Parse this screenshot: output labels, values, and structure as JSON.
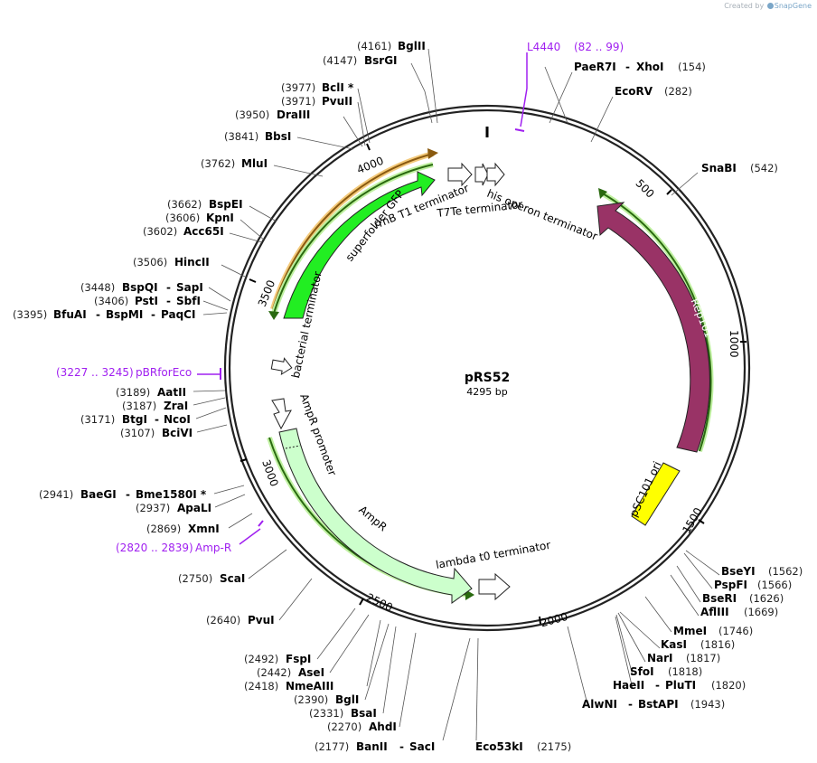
{
  "credit": {
    "prefix": "Created by",
    "brand": "SnapGene"
  },
  "plasmid": {
    "name": "pRS52",
    "size": "4295 bp"
  },
  "ticks": [
    "500",
    "1000",
    "1500",
    "2000",
    "2500",
    "3000",
    "3500",
    "4000"
  ],
  "features": {
    "superfolder_gfp": "superfolder GFP",
    "rrnb_t1": "rrnB T1 terminator",
    "t7te": "T7Te terminator",
    "his_operon": "his operon terminator",
    "rep101": "Rep101",
    "psc101_ori": "pSC101 ori",
    "bacterial_terminator": "bacterial terminator",
    "ampr_promoter": "AmpR promoter",
    "ampr": "AmpR",
    "lambda_t0": "lambda t0 terminator"
  },
  "primers": {
    "l4440": {
      "name": "L4440",
      "range": "(82 .. 99)"
    },
    "pbrforeco": {
      "name": "pBRforEco",
      "range": "(3227 .. 3245)"
    },
    "ampr": {
      "name": "Amp-R",
      "range": "(2820 .. 2839)"
    }
  },
  "sites": {
    "bglii": {
      "pos": "(4161)",
      "name": "BglII"
    },
    "bsrgi": {
      "pos": "(4147)",
      "name": "BsrGI"
    },
    "bcli": {
      "pos": "(3977)",
      "name": "BclI *"
    },
    "pvuii": {
      "pos": "(3971)",
      "name": "PvuII"
    },
    "draiii": {
      "pos": "(3950)",
      "name": "DraIII"
    },
    "bbsi": {
      "pos": "(3841)",
      "name": "BbsI"
    },
    "mlui": {
      "pos": "(3762)",
      "name": "MluI"
    },
    "bspei": {
      "pos": "(3662)",
      "name": "BspEI"
    },
    "kpni": {
      "pos": "(3606)",
      "name": "KpnI"
    },
    "acc65i": {
      "pos": "(3602)",
      "name": "Acc65I"
    },
    "hincii": {
      "pos": "(3506)",
      "name": "HincII"
    },
    "bspqi": {
      "pos": "(3448)",
      "name": "BspQI",
      "name2": "SapI"
    },
    "psti": {
      "pos": "(3406)",
      "name": "PstI",
      "name2": "SbfI"
    },
    "bfuai": {
      "pos": "(3395)",
      "name": "BfuAI",
      "name2": "BspMI",
      "name3": "PaqCI"
    },
    "aatii": {
      "pos": "(3189)",
      "name": "AatII"
    },
    "zrai": {
      "pos": "(3187)",
      "name": "ZraI"
    },
    "btgi": {
      "pos": "(3171)",
      "name": "BtgI",
      "name2": "NcoI"
    },
    "bcivi": {
      "pos": "(3107)",
      "name": "BciVI"
    },
    "baegi": {
      "pos": "(2941)",
      "name": "BaeGI",
      "name2": "Bme1580I *"
    },
    "apali": {
      "pos": "(2937)",
      "name": "ApaLI"
    },
    "xmni": {
      "pos": "(2869)",
      "name": "XmnI"
    },
    "scai": {
      "pos": "(2750)",
      "name": "ScaI"
    },
    "pvui": {
      "pos": "(2640)",
      "name": "PvuI"
    },
    "fspi": {
      "pos": "(2492)",
      "name": "FspI"
    },
    "asei": {
      "pos": "(2442)",
      "name": "AseI"
    },
    "nmeaiii": {
      "pos": "(2418)",
      "name": "NmeAIII"
    },
    "bgli": {
      "pos": "(2390)",
      "name": "BglI"
    },
    "bsai": {
      "pos": "(2331)",
      "name": "BsaI"
    },
    "ahdi": {
      "pos": "(2270)",
      "name": "AhdI"
    },
    "banii": {
      "pos": "(2177)",
      "name": "BanII",
      "name2": "SacI"
    },
    "eco53ki": {
      "pos": "(2175)",
      "name": "Eco53kI"
    },
    "paer7i": {
      "pos": "(154)",
      "name": "PaeR7I",
      "name2": "XhoI"
    },
    "ecorv": {
      "pos": "(282)",
      "name": "EcoRV"
    },
    "snabi": {
      "pos": "(542)",
      "name": "SnaBI"
    },
    "bseyi": {
      "pos": "(1562)",
      "name": "BseYI"
    },
    "pspfi": {
      "pos": "(1566)",
      "name": "PspFI"
    },
    "bseri": {
      "pos": "(1626)",
      "name": "BseRI"
    },
    "aflIII": {
      "pos": "(1669)",
      "name": "AflIII"
    },
    "mmei": {
      "pos": "(1746)",
      "name": "MmeI"
    },
    "kasi": {
      "pos": "(1816)",
      "name": "KasI"
    },
    "nari": {
      "pos": "(1817)",
      "name": "NarI"
    },
    "sfoi": {
      "pos": "(1818)",
      "name": "SfoI"
    },
    "haeii": {
      "pos": "(1820)",
      "name": "HaeII",
      "name2": "PluTI"
    },
    "alwni": {
      "pos": "(1943)",
      "name": "AlwNI",
      "name2": "BstAPI"
    }
  },
  "colors": {
    "backbone": "#222222",
    "gfp": "#22ee22",
    "rep101": "#993366",
    "ori": "#ffff00",
    "ampr": "#ccffcc",
    "primer": "#a020f0",
    "orange_primer_track": "#e8a020",
    "green_primer_track": "#44aa22"
  }
}
